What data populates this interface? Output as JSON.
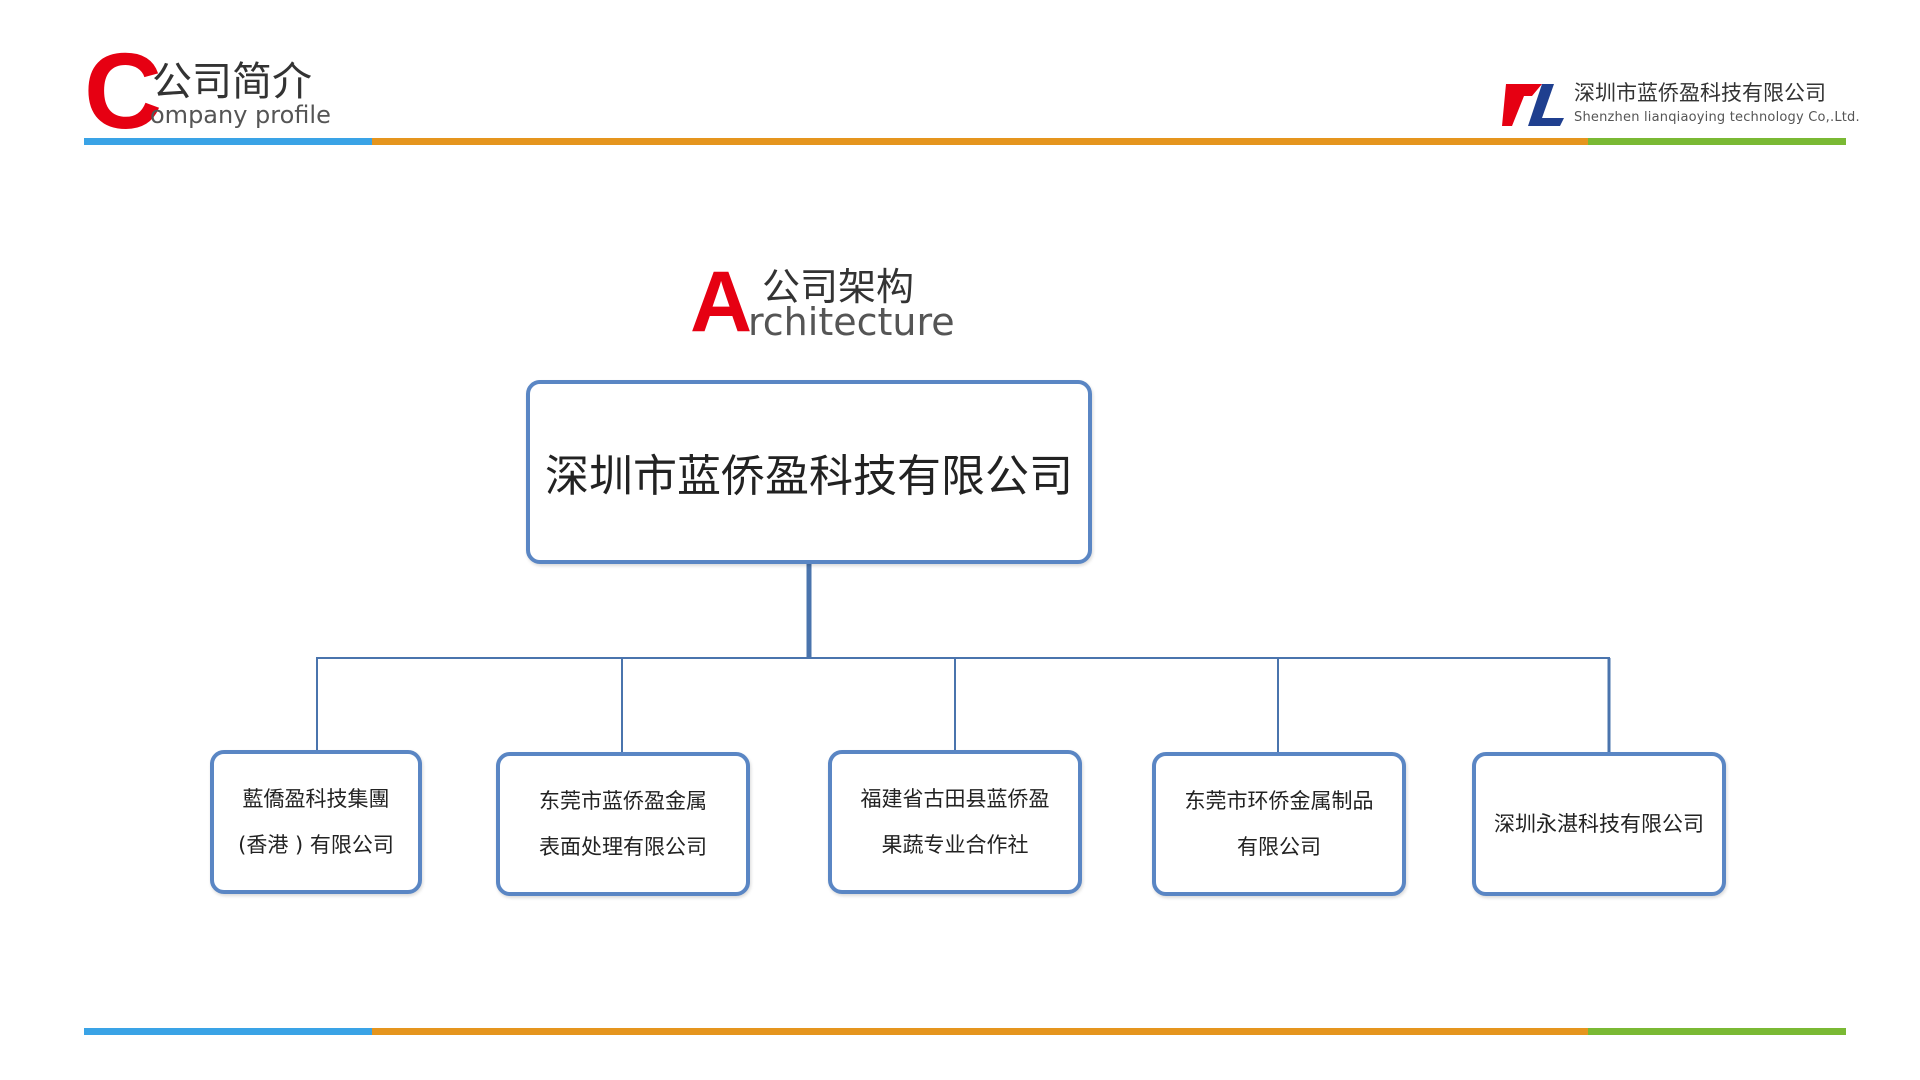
{
  "header": {
    "initial": "C",
    "title_cn": "公司简介",
    "title_en_rest": "ompany profile",
    "company_cn": "深圳市蓝侨盈科技有限公司",
    "company_en": "Shenzhen lianqiaoying technology Co,.Ltd.",
    "logo_icon": "zl-logo-icon"
  },
  "section": {
    "initial": "A",
    "title_cn": "公司架构",
    "title_en_rest": "rchitecture"
  },
  "org": {
    "root": "深圳市蓝侨盈科技有限公司",
    "children": [
      "藍僑盈科技集團\n(香港 ) 有限公司",
      "东莞市蓝侨盈金属\n表面处理有限公司",
      "福建省古田县蓝侨盈\n果蔬专业合作社",
      "东莞市环侨金属制品\n有限公司",
      "深圳永湛科技有限公司"
    ]
  },
  "colors": {
    "accent_red": "#e60012",
    "box_border": "#5a86c4",
    "bar_blue": "#3aa3e6",
    "bar_orange": "#e5951e",
    "bar_green": "#7ab934"
  }
}
